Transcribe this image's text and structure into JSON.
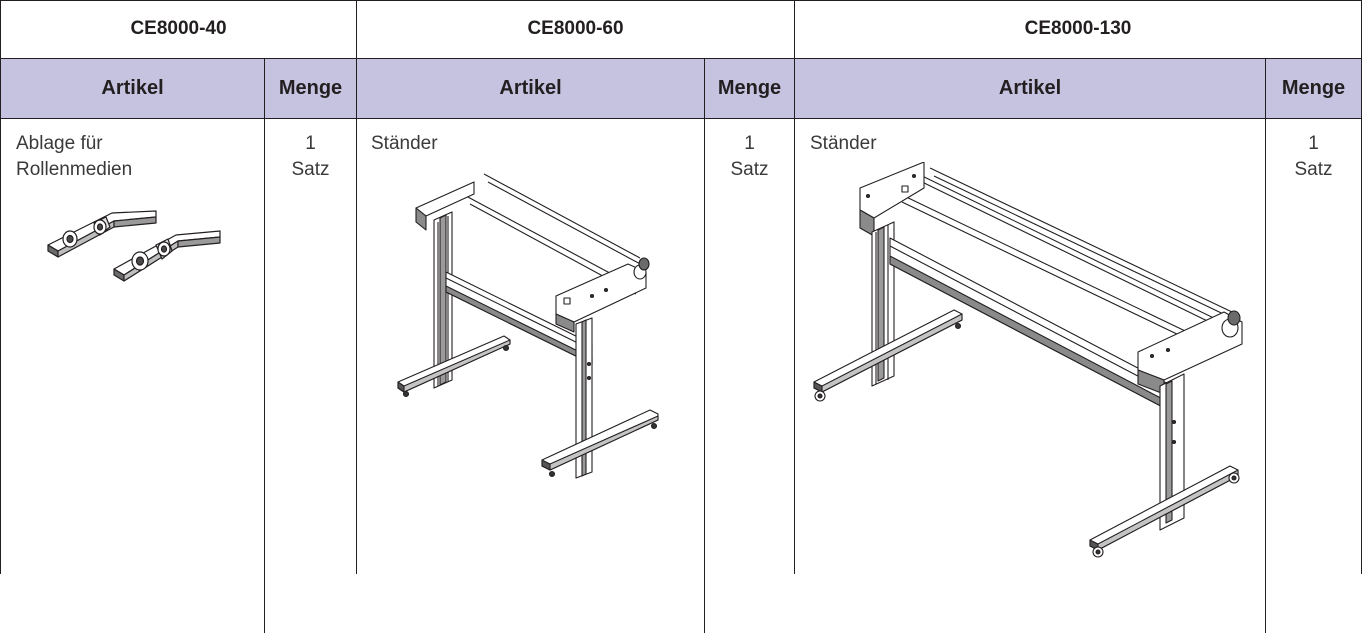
{
  "models": [
    {
      "name": "CE8000-40",
      "item": [
        "Ablage für",
        "Rollenmedien"
      ],
      "qty": [
        "1",
        "Satz"
      ],
      "image": "roll-media-holder-illustration"
    },
    {
      "name": "CE8000-60",
      "item": [
        "Ständer"
      ],
      "qty": [
        "1",
        "Satz"
      ],
      "image": "stand-60-illustration"
    },
    {
      "name": "CE8000-130",
      "item": [
        "Ständer"
      ],
      "qty": [
        "1",
        "Satz"
      ],
      "image": "stand-130-illustration"
    }
  ],
  "headers": {
    "item": "Artikel",
    "qty": "Menge"
  },
  "colors": {
    "header_bg": "#c6c3e1",
    "lines": "#231f20"
  }
}
